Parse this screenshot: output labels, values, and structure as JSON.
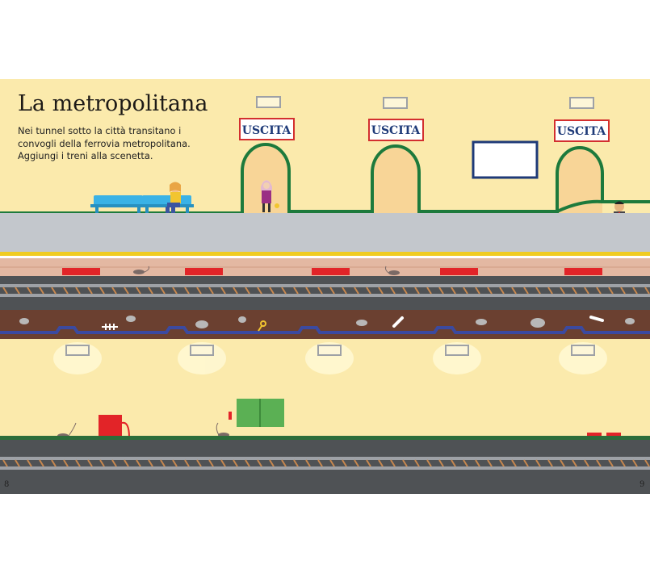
{
  "page": {
    "title": "La metropolitana",
    "intro": "Nei tunnel sotto la città transitano i convogli della ferrovia metropolitana. Aggiungi i treni alla scenetta.",
    "page_left": "8",
    "page_right": "9"
  },
  "exit_signs": [
    "USCITA",
    "USCITA",
    "USCITA"
  ],
  "colors": {
    "wall": "#fbeaac",
    "platform": "#c3c7cc",
    "safety_line": "#f0cc22",
    "brick": "#e3b8a2",
    "track_bed": "#4f5255",
    "soil": "#6b4030",
    "green_trim": "#1d7a3c",
    "sign_blue": "#1e3a78",
    "bench": "#3ab2e6",
    "red_box": "#e22428"
  },
  "icons": [
    "mouse-icon",
    "fishbone-icon",
    "bone-icon",
    "key-icon",
    "lamp-icon",
    "bench-icon"
  ]
}
